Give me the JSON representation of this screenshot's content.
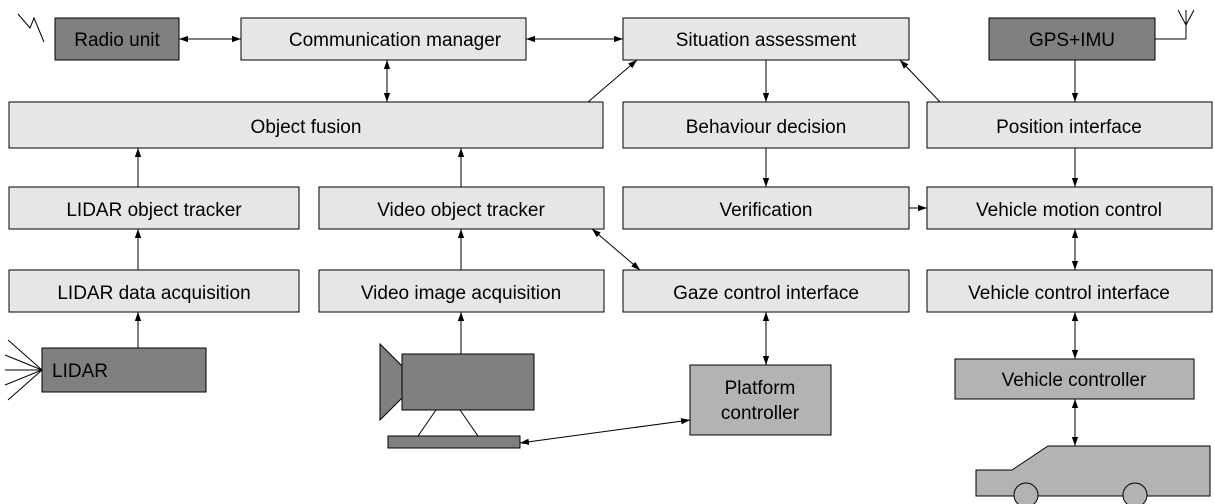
{
  "diagram": {
    "nodes": {
      "radio_unit": "Radio unit",
      "communication_manager": "Communication manager",
      "situation_assessment": "Situation assessment",
      "gps_imu": "GPS+IMU",
      "object_fusion": "Object fusion",
      "behaviour_decision": "Behaviour decision",
      "position_interface": "Position interface",
      "lidar_object_tracker": "LIDAR object tracker",
      "video_object_tracker": "Video object tracker",
      "verification": "Verification",
      "vehicle_motion_control": "Vehicle motion control",
      "lidar_data_acquisition": "LIDAR data acquisition",
      "video_image_acquisition": "Video image acquisition",
      "gaze_control_interface": "Gaze control interface",
      "vehicle_control_interface": "Vehicle control interface",
      "lidar": "LIDAR",
      "platform_controller_line1": "Platform",
      "platform_controller_line2": "controller",
      "vehicle_controller": "Vehicle controller"
    },
    "icons": [
      "antenna-icon",
      "lidar-beams-icon",
      "video-camera-icon",
      "car-icon"
    ],
    "colors": {
      "light_box": "#e6e6e6",
      "dark_box": "#808080",
      "medium_box": "#b3b3b3"
    }
  }
}
